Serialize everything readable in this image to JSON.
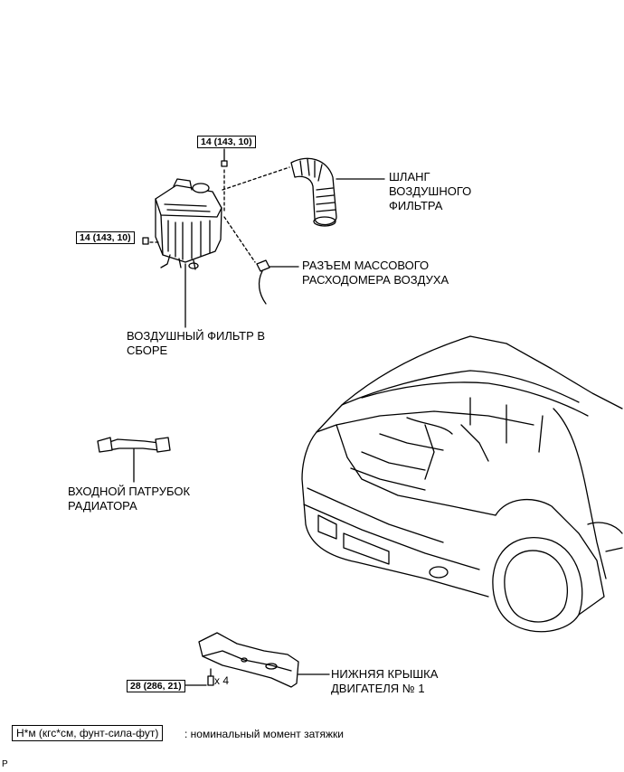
{
  "labels": {
    "hose": "ШЛАНГ\nВОЗДУШНОГО\nФИЛЬТРА",
    "maf_connector": "РАЗЪЕМ МАССОВОГО\nРАСХОДОМЕРА ВОЗДУХА",
    "air_filter": "ВОЗДУШНЫЙ ФИЛЬТР В\nСБОРЕ",
    "radiator_inlet": "ВХОДНОЙ ПАТРУБОК\nРАДИАТОРА",
    "engine_cover": "НИЖНЯЯ КРЫШКА\nДВИГАТЕЛЯ № 1"
  },
  "torque": {
    "top": "14 (143, 10)",
    "left": "14 (143, 10)",
    "bottom": "28 (286, 21)",
    "bolt_count": "x 4"
  },
  "legend": {
    "units": "Н*м (кгс*см, фунт-сила-фут)",
    "description": ": номинальный момент затяжки"
  },
  "footer": {
    "code": "P"
  }
}
